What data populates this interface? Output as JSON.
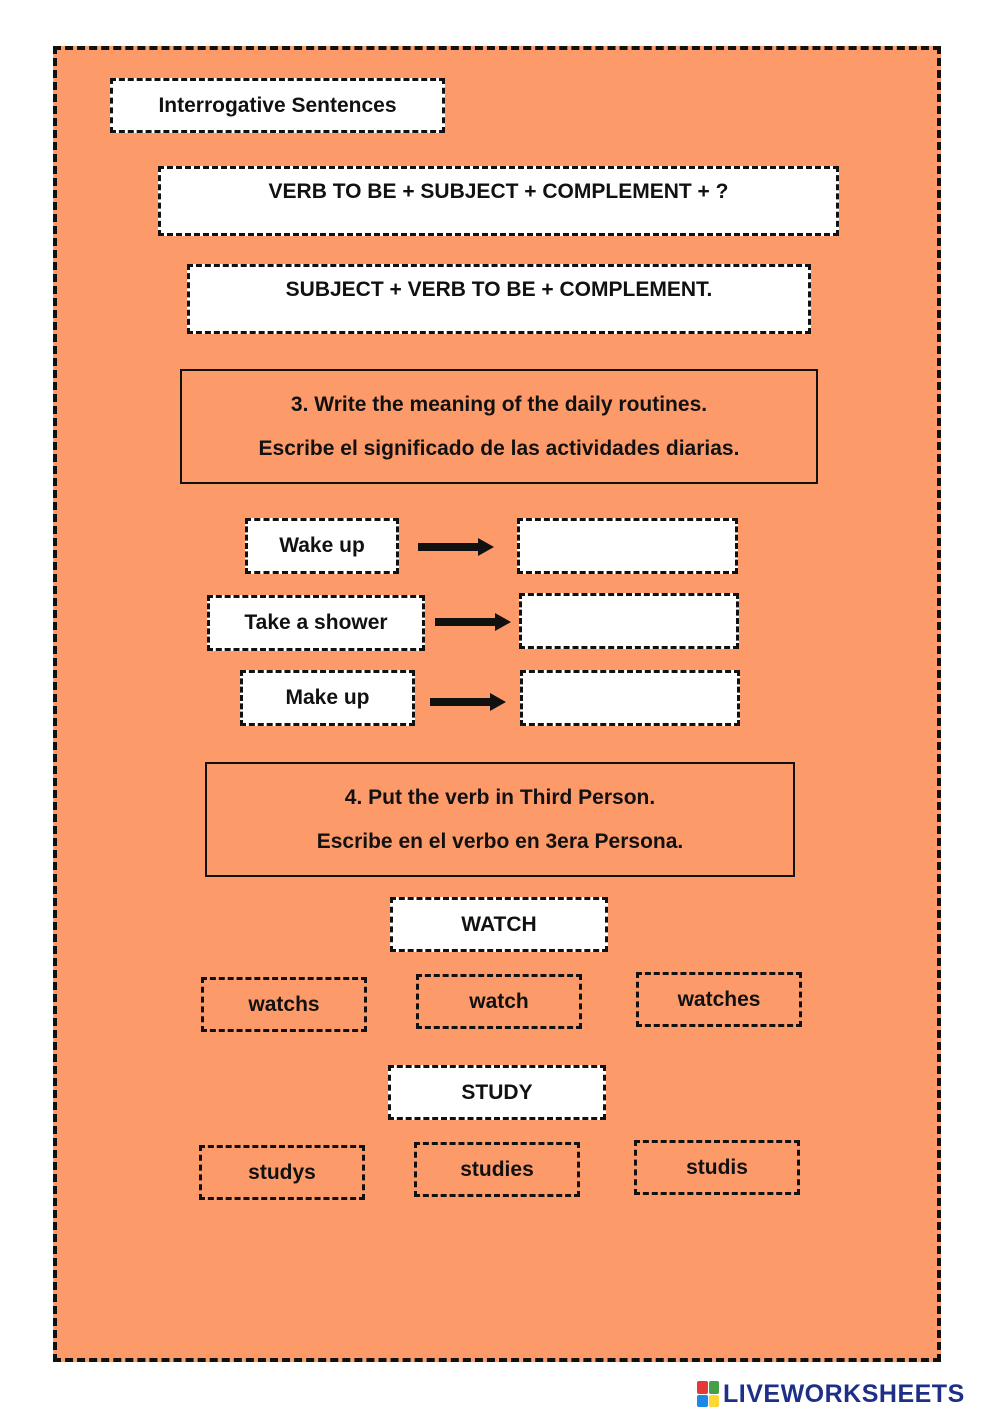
{
  "title": "Interrogative Sentences",
  "formulas": {
    "question": "VERB TO BE + SUBJECT + COMPLEMENT + ?",
    "answer": "SUBJECT + VERB TO BE + COMPLEMENT."
  },
  "exercise3": {
    "instruction_en": "3. Write the meaning of the daily routines.",
    "instruction_es": "Escribe el significado de las actividades diarias.",
    "items": [
      {
        "term": "Wake up",
        "answer": ""
      },
      {
        "term": "Take a shower",
        "answer": ""
      },
      {
        "term": "Make up",
        "answer": ""
      }
    ]
  },
  "exercise4": {
    "instruction_en": "4. Put the verb in Third Person.",
    "instruction_es": "Escribe en el verbo en 3era Persona.",
    "groups": [
      {
        "verb": "WATCH",
        "options": [
          "watchs",
          "watch",
          "watches"
        ]
      },
      {
        "verb": "STUDY",
        "options": [
          "studys",
          "studies",
          "studis"
        ]
      }
    ]
  },
  "brand": {
    "name": "LIVEWORKSHEETS",
    "logo_colors": [
      "#e53935",
      "#43a047",
      "#1e88e5",
      "#fdd835"
    ]
  }
}
